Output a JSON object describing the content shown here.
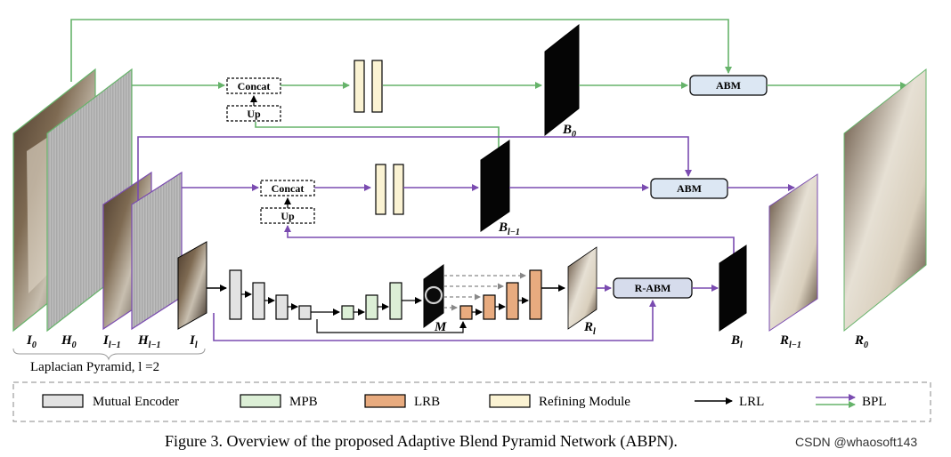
{
  "nodes": {
    "concat_top": "Concat",
    "up_top": "Up",
    "concat_mid": "Concat",
    "up_mid": "Up",
    "abm_top": "ABM",
    "abm_mid": "ABM",
    "rabm": "R-ABM"
  },
  "labels": {
    "B0": {
      "main": "B",
      "sub": "0"
    },
    "Bl1": {
      "main": "B",
      "sub": "l−1"
    },
    "Bl": {
      "main": "B",
      "sub": "l"
    },
    "M": {
      "main": "M"
    },
    "Rl": {
      "main": "R",
      "sub": "l"
    },
    "Rl1": {
      "main": "R",
      "sub": "l−1"
    },
    "R0": {
      "main": "R",
      "sub": "0"
    },
    "I0": {
      "main": "I",
      "sub": "0"
    },
    "H0": {
      "main": "H",
      "sub": "0"
    },
    "Il1": {
      "main": "I",
      "sub": "l−1"
    },
    "Hl1": {
      "main": "H",
      "sub": "l−1"
    },
    "Il": {
      "main": "I",
      "sub": "l"
    }
  },
  "pyramid_label": "Laplacian Pyramid, l =2",
  "legend": {
    "mutual_encoder": "Mutual Encoder",
    "mpb": "MPB",
    "lrb": "LRB",
    "refining_module": "Refining Module",
    "lrl": "LRL",
    "bpl": "BPL"
  },
  "colors": {
    "green_path": "#66b36a",
    "purple_path": "#7a4bb0",
    "encoder": "#e2e2e2",
    "mpb": "#dcefd6",
    "lrb": "#e8ab7f",
    "refining": "#fbf3d3",
    "abm": "#dce7f3",
    "rabm": "#d6dcec"
  },
  "caption": "Figure 3. Overview of the proposed Adaptive Blend Pyramid Network (ABPN).",
  "watermark": "CSDN @whaosoft143"
}
